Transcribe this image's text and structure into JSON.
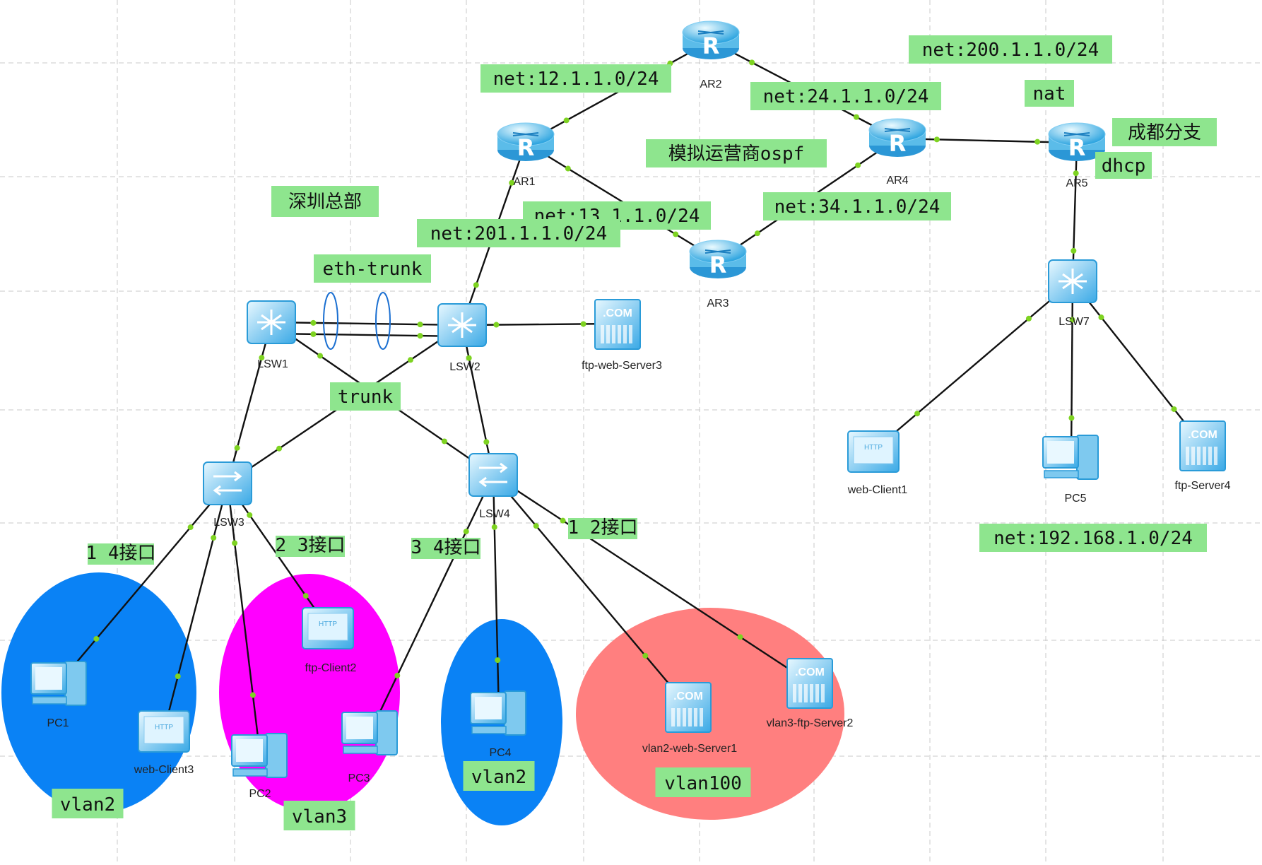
{
  "devices": [
    {
      "id": "ar1",
      "label": "AR1",
      "kind": "router"
    },
    {
      "id": "ar2",
      "label": "AR2",
      "kind": "router"
    },
    {
      "id": "ar3",
      "label": "AR3",
      "kind": "router"
    },
    {
      "id": "ar4",
      "label": "AR4",
      "kind": "router"
    },
    {
      "id": "ar5",
      "label": "AR5",
      "kind": "router"
    },
    {
      "id": "lsw1",
      "label": "LSW1",
      "kind": "l3switch"
    },
    {
      "id": "lsw2",
      "label": "LSW2",
      "kind": "l3switch"
    },
    {
      "id": "lsw7",
      "label": "LSW7",
      "kind": "l3switch"
    },
    {
      "id": "lsw3",
      "label": "LSW3",
      "kind": "switch"
    },
    {
      "id": "lsw4",
      "label": "LSW4",
      "kind": "switch"
    },
    {
      "id": "srv3",
      "label": "ftp-web-Server3",
      "kind": "server"
    },
    {
      "id": "srv1",
      "label": "vlan2-web-Server1",
      "kind": "server"
    },
    {
      "id": "srv2",
      "label": "vlan3-ftp-Server2",
      "kind": "server"
    },
    {
      "id": "srv4",
      "label": "ftp-Server4",
      "kind": "server"
    },
    {
      "id": "wc1",
      "label": "web-Client1",
      "kind": "client"
    },
    {
      "id": "wc3",
      "label": "web-Client3",
      "kind": "client"
    },
    {
      "id": "fc2",
      "label": "ftp-Client2",
      "kind": "client"
    },
    {
      "id": "pc1",
      "label": "PC1",
      "kind": "pc"
    },
    {
      "id": "pc2",
      "label": "PC2",
      "kind": "pc"
    },
    {
      "id": "pc3",
      "label": "PC3",
      "kind": "pc"
    },
    {
      "id": "pc4",
      "label": "PC4",
      "kind": "pc"
    },
    {
      "id": "pc5",
      "label": "PC5",
      "kind": "pc"
    }
  ],
  "links": [
    [
      "ar1",
      "ar2"
    ],
    [
      "ar2",
      "ar4"
    ],
    [
      "ar1",
      "ar3"
    ],
    [
      "ar3",
      "ar4"
    ],
    [
      "ar4",
      "ar5"
    ],
    [
      "ar1",
      "lsw2"
    ],
    [
      "ar5",
      "lsw7"
    ],
    [
      "lsw1",
      "lsw2"
    ],
    [
      "lsw1",
      "lsw2"
    ],
    [
      "lsw2",
      "srv3"
    ],
    [
      "lsw1",
      "lsw3"
    ],
    [
      "lsw1",
      "lsw4"
    ],
    [
      "lsw2",
      "lsw3"
    ],
    [
      "lsw2",
      "lsw4"
    ],
    [
      "lsw3",
      "pc1"
    ],
    [
      "lsw3",
      "wc3"
    ],
    [
      "lsw3",
      "pc2"
    ],
    [
      "lsw3",
      "fc2"
    ],
    [
      "lsw4",
      "pc3"
    ],
    [
      "lsw4",
      "pc4"
    ],
    [
      "lsw4",
      "srv1"
    ],
    [
      "lsw4",
      "srv2"
    ],
    [
      "lsw7",
      "wc1"
    ],
    [
      "lsw7",
      "pc5"
    ],
    [
      "lsw7",
      "srv4"
    ]
  ],
  "areas": [
    {
      "label": "vlan2",
      "color": "#0a82f5"
    },
    {
      "label": "vlan3",
      "color": "#ff00ff"
    },
    {
      "label": "vlan2",
      "color": "#0a82f5"
    },
    {
      "label": "vlan100",
      "color": "#ff7f7f"
    }
  ],
  "notes": [
    "net:12.1.1.0/24",
    "net:24.1.1.0/24",
    "net:200.1.1.0/24",
    "nat",
    "成都分支",
    "dhcp",
    "模拟运营商ospf",
    "深圳总部",
    "net:13.1.1.0/24",
    "net:34.1.1.0/24",
    "net:201.1.1.0/24",
    "eth-trunk",
    "trunk",
    "1 4接口",
    "2 3接口",
    "3 4接口",
    "1 2接口",
    "net:192.168.1.0/24"
  ],
  "colors": {
    "note_bg": "#8ee58e",
    "link": "#111111",
    "port": "#7ed321",
    "grid": "#c8c8c8",
    "device_light": "#bfeaff",
    "device_dark": "#2aa3df"
  },
  "icons": {
    "router": "router-icon",
    "l3switch": "l3-switch-icon",
    "switch": "switch-icon",
    "server": "server-icon",
    "client": "http-client-icon",
    "pc": "pc-icon"
  }
}
